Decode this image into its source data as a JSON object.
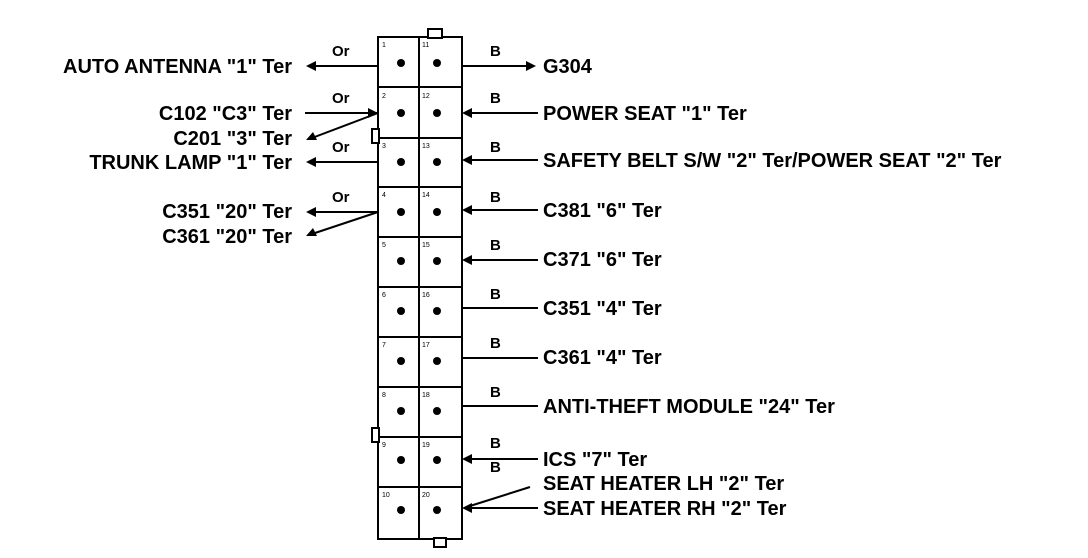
{
  "connector": {
    "pins_left": [
      "1",
      "2",
      "3",
      "4",
      "5",
      "6",
      "7",
      "8",
      "9",
      "10"
    ],
    "pins_right": [
      "11",
      "12",
      "13",
      "14",
      "15",
      "16",
      "17",
      "18",
      "19",
      "20"
    ]
  },
  "left": {
    "auto_antenna": "AUTO ANTENNA \"1\" Ter",
    "c102": "C102 \"C3\" Ter",
    "c201": "C201 \"3\" Ter",
    "trunk_lamp": "TRUNK LAMP \"1\" Ter",
    "c351_20": "C351 \"20\" Ter",
    "c361_20": "C361 \"20\" Ter"
  },
  "right": {
    "g304": "G304",
    "power_seat_1": "POWER SEAT \"1\" Ter",
    "safety_belt": "SAFETY BELT S/W \"2\" Ter/POWER SEAT \"2\" Ter",
    "c381_6": "C381 \"6\" Ter",
    "c371_6": "C371 \"6\" Ter",
    "c351_4": "C351 \"4\" Ter",
    "c361_4": "C361 \"4\" Ter",
    "anti_theft": "ANTI-THEFT MODULE \"24\" Ter",
    "ics_7": "ICS \"7\" Ter",
    "seat_heater_lh": "SEAT HEATER LH \"2\" Ter",
    "seat_heater_rh": "SEAT HEATER RH \"2\" Ter"
  },
  "wire_colors": {
    "or": "Or",
    "b": "B"
  }
}
